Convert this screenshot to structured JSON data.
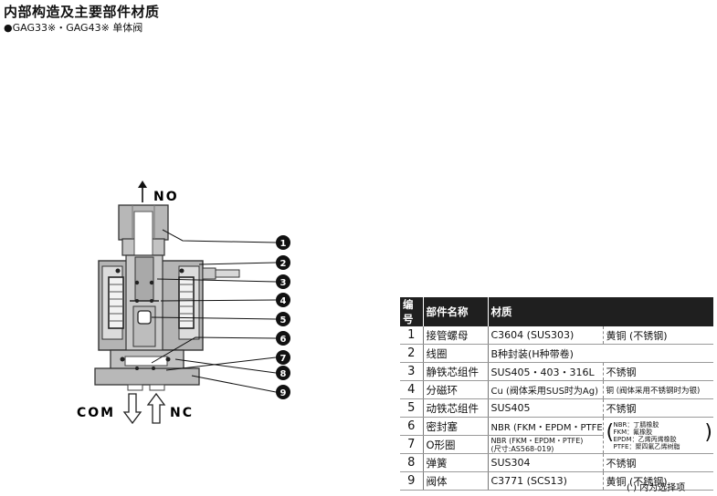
{
  "header": {
    "title": "内部构造及主要部件材质",
    "subtitle": "●GAG33※・GAG43※ 单体阀"
  },
  "diagram": {
    "port_no": "NO",
    "port_com": "COM",
    "port_nc": "NC",
    "callouts": [
      "1",
      "2",
      "3",
      "4",
      "5",
      "6",
      "7",
      "8",
      "9"
    ]
  },
  "table": {
    "headers": [
      "编号",
      "部件名称",
      "材质"
    ],
    "rows": [
      {
        "num": "1",
        "name": "接管螺母",
        "material": "C3604 (SUS303)",
        "alt": "黄铜 (不锈钢)"
      },
      {
        "num": "2",
        "name": "线圈",
        "material": "B种封装(H种带卷)",
        "alt": ""
      },
      {
        "num": "3",
        "name": "静铁芯组件",
        "material": "SUS405・403・316L",
        "alt": "不锈钢"
      },
      {
        "num": "4",
        "name": "分磁环",
        "material": "Cu (阀体采用SUS时为Ag)",
        "alt": "铜 (阀体采用不锈钢时为银)"
      },
      {
        "num": "5",
        "name": "动铁芯组件",
        "material": "SUS405",
        "alt": "不锈钢"
      },
      {
        "num": "6",
        "name": "密封塞",
        "material": "NBR (FKM・EPDM・PTFE)",
        "alt": ""
      },
      {
        "num": "7",
        "name": "O形圈",
        "material": "NBR (FKM・EPDM・PTFE)",
        "material_note": "(尺寸:AS568-019)",
        "alt": ""
      },
      {
        "num": "8",
        "name": "弹簧",
        "material": "SUS304",
        "alt": "不锈钢"
      },
      {
        "num": "9",
        "name": "阀体",
        "material": "C3771 (SCS13)",
        "alt": "黄铜 (不锈钢)"
      }
    ],
    "rubber_notes": [
      "NBR：丁腈橡胶",
      "FKM：氟橡胶",
      "EPDM：乙烯丙烯橡胶",
      "PTFE：聚四氟乙烯树脂"
    ]
  },
  "footnote": "(   ) 内为选择项"
}
